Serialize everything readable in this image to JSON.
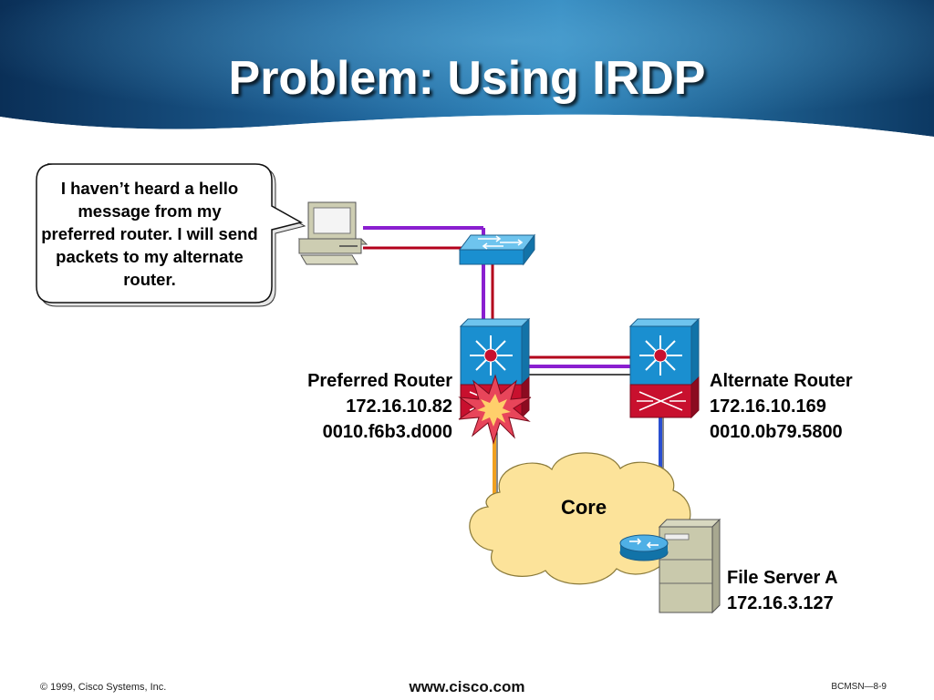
{
  "slide": {
    "title": "Problem: Using IRDP",
    "bubble_text": "I haven’t heard a hello message from my preferred router. I will send packets to my alternate router."
  },
  "nodes": {
    "preferred_router": {
      "name": "Preferred Router",
      "ip": "172.16.10.82",
      "mac": "0010.f6b3.d000"
    },
    "alternate_router": {
      "name": "Alternate Router",
      "ip": "172.16.10.169",
      "mac": "0010.0b79.5800"
    },
    "file_server": {
      "name": "File Server A",
      "ip": "172.16.3.127"
    },
    "core": "Core"
  },
  "footer": {
    "copyright": "© 1999, Cisco Systems, Inc.",
    "url": "www.cisco.com",
    "page": "BCMSN—8-9"
  },
  "colors": {
    "header_dark": "#0b3a66",
    "header_light": "#2d82b8",
    "link_red": "#b3001b",
    "link_purple": "#8a1fd0",
    "switch_blue": "#1a8fd0",
    "router_red": "#c8102e",
    "cloud_yellow": "#fce39a",
    "link_orange": "#f0a020",
    "link_blue": "#2a4fd0"
  }
}
